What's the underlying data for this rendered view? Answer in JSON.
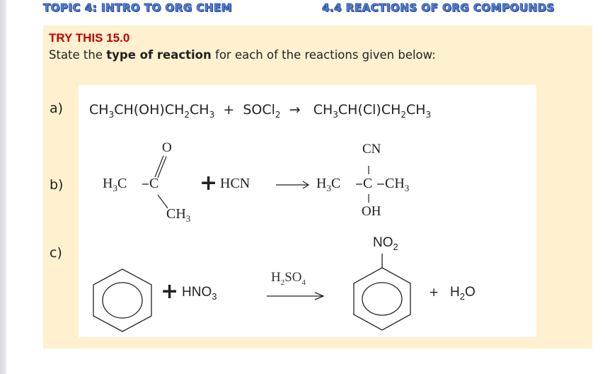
{
  "header": {
    "topic_left": "TOPIC 4: INTRO TO ORG CHEM",
    "topic_right": "4.4 REACTIONS OF ORG COMPOUNDS"
  },
  "panel": {
    "title": "TRY THIS 15.0",
    "instruction_prefix": "State the ",
    "instruction_bold": "type of reaction",
    "instruction_suffix": " for each of the reactions given below:",
    "background_color": "#fff1cf",
    "title_color": "#c00000"
  },
  "questions": {
    "a": {
      "label": "a)",
      "reactant1": [
        "CH",
        "3",
        "CH(OH)CH",
        "2",
        "CH",
        "3"
      ],
      "plus": "+",
      "reactant2": [
        "SOCl",
        "2"
      ],
      "arrow": "→",
      "product": [
        "CH",
        "3",
        "CH(Cl)CH",
        "2",
        "CH",
        "3"
      ]
    },
    "b": {
      "label": "b)",
      "reactant1": {
        "left": "H",
        "left_sub": "3",
        "left_c": "C",
        "center": "C",
        "top": "O",
        "bottom": "CH",
        "bottom_sub": "3"
      },
      "plus": "+",
      "reactant2": "HCN",
      "product": {
        "left": "H",
        "left_sub": "3",
        "left_c": "C",
        "center": "C",
        "top": "CN",
        "bottom": "OH",
        "right": "CH",
        "right_sub": "3"
      }
    },
    "c": {
      "label": "c)",
      "reactant1": "benzene",
      "plus": "+",
      "reactant2": [
        "HNO",
        "3"
      ],
      "catalyst": [
        "H",
        "2",
        "SO",
        "4"
      ],
      "product_main_substituent": [
        "NO",
        "2"
      ],
      "product_main": "nitrobenzene",
      "plus2": "+",
      "product_side": [
        "H",
        "2",
        "O"
      ]
    }
  }
}
